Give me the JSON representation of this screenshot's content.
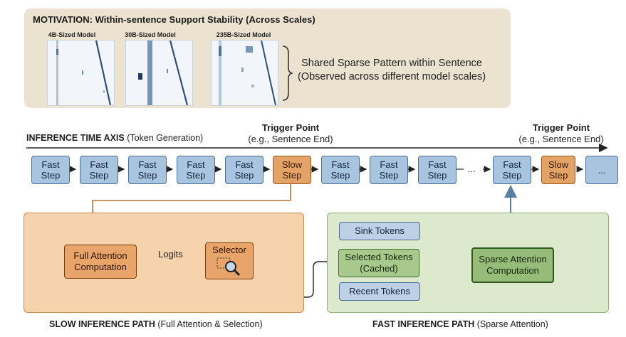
{
  "motivation": {
    "title": "MOTIVATION: Within-sentence Support Stability (Across Scales)",
    "models": [
      "4B-Sized Model",
      "30B-Sized Model",
      "235B-Sized Model"
    ],
    "brace_text": [
      "Shared Sparse Pattern within Sentence",
      "(Observed across different model scales)"
    ]
  },
  "axis": {
    "label_bold": "INFERENCE TIME AXIS",
    "label_rest": " (Token Generation)"
  },
  "triggers": [
    {
      "title": "Trigger Point",
      "subtitle": "(e.g., Sentence End)"
    },
    {
      "title": "Trigger Point",
      "subtitle": "(e.g., Sentence End)"
    }
  ],
  "steps": {
    "fast_line1": "Fast",
    "fast_line2": "Step",
    "slow_line1": "Slow",
    "slow_line2": "Step",
    "ellipsis": "...",
    "ellipsis_box": "..."
  },
  "slow_path": {
    "full_attention": [
      "Full Attention",
      "Computation"
    ],
    "logits_label": "Logits",
    "selector": "Selector",
    "label_bold": "SLOW INFERENCE PATH",
    "label_rest": " (Full Attention & Selection)"
  },
  "fast_path": {
    "sink": "Sink Tokens",
    "selected": [
      "Selected Tokens",
      "(Cached)"
    ],
    "recent": "Recent Tokens",
    "sparse": [
      "Sparse Attention",
      "Computation"
    ],
    "label_bold": "FAST INFERENCE PATH",
    "label_rest": " (Sparse Attention)"
  },
  "colors": {
    "fast_step": "#a9c4df",
    "slow_step": "#e4a366",
    "slow_panel": "#f6d3ac",
    "fast_panel": "#dde9cc",
    "motivation_bg": "#ebe3cf",
    "orange_arrow": "#c07a3c",
    "blue_arrow": "#5b7fa3"
  }
}
